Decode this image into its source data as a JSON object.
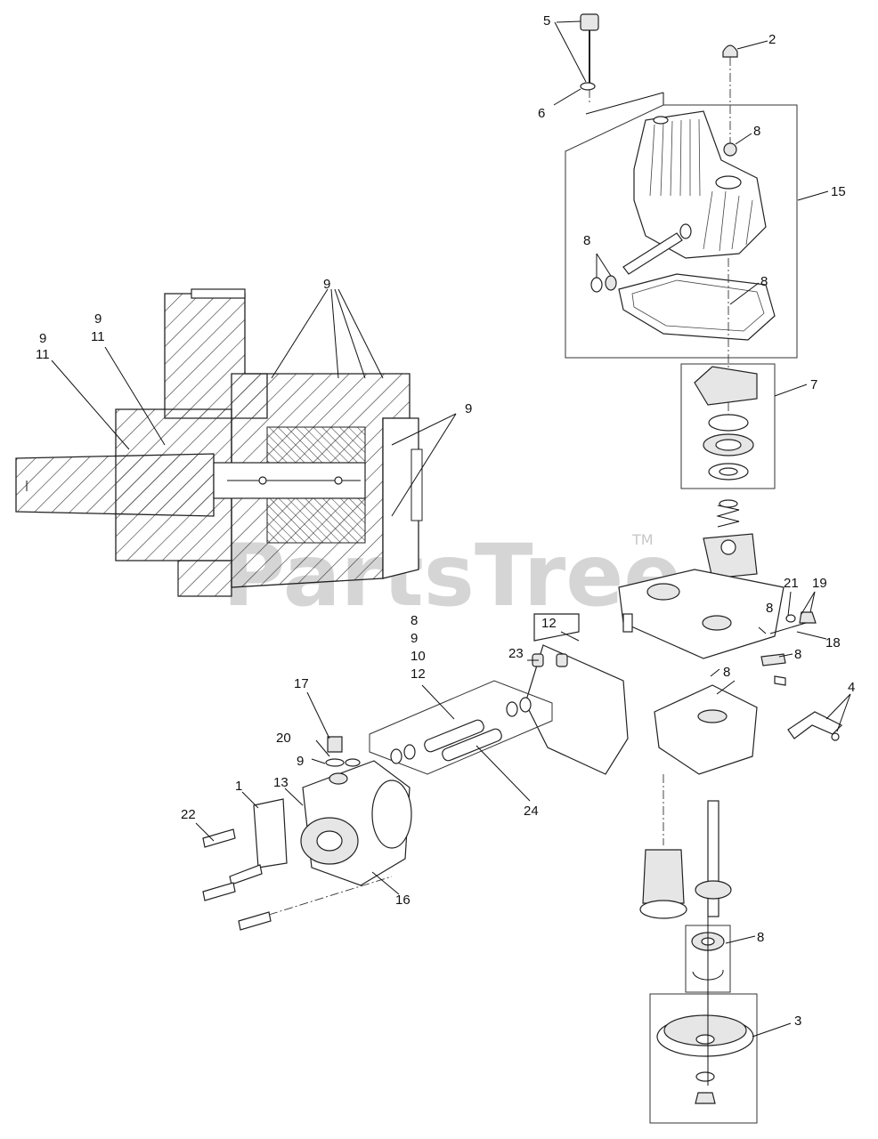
{
  "watermark": {
    "text": "PartsTree",
    "trademark": "TM"
  },
  "callouts": {
    "c_5": "5",
    "c_2": "2",
    "c_6": "6",
    "c_8_top": "8",
    "c_15": "15",
    "c_8_washers": "8",
    "c_8_gasket": "8",
    "c_9_top": "9",
    "c_9_a": "9",
    "c_11_a": "11",
    "c_9_b": "9",
    "c_11_b": "11",
    "c_9_right": "9",
    "c_7": "7",
    "c_21": "21",
    "c_19": "19",
    "c_8_r1": "8",
    "c_18": "18",
    "c_8_r2": "8",
    "c_8_r3": "8",
    "c_4": "4",
    "c_g_8": "8",
    "c_g_9": "9",
    "c_g_10": "10",
    "c_g_12": "12",
    "c_12": "12",
    "c_23": "23",
    "c_17": "17",
    "c_20": "20",
    "c_9_pump": "9",
    "c_1": "1",
    "c_13": "13",
    "c_22": "22",
    "c_24": "24",
    "c_16": "16",
    "c_8_bottom": "8",
    "c_3": "3"
  }
}
